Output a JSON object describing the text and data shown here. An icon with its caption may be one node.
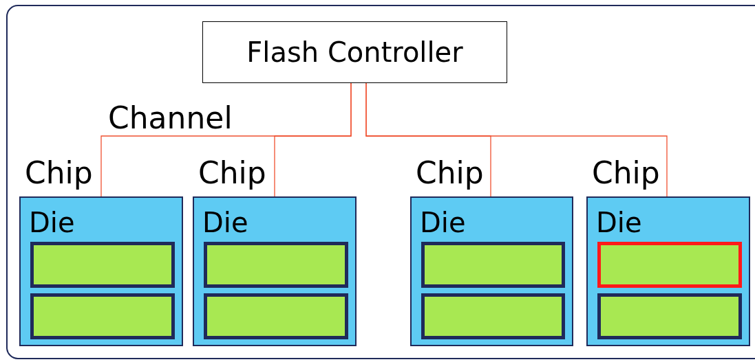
{
  "diagram": {
    "nodes": [
      {
        "text": [
          "Flash Controller"
        ]
      },
      {
        "text": [
          "Chip",
          "Die"
        ]
      },
      {
        "text": [],
        "shape": "box",
        "in": 1
      },
      {
        "text": [],
        "shape": "box",
        "in": 1
      },
      {
        "text": [
          "Chip",
          "Die"
        ]
      },
      {
        "text": [],
        "shape": "box",
        "in": 4
      },
      {
        "text": [],
        "shape": "box",
        "in": 4
      },
      {
        "text": [
          "Chip",
          "Die"
        ]
      },
      {
        "text": [],
        "shape": "box",
        "in": 7
      },
      {
        "text": [],
        "shape": "box",
        "in": 7
      },
      {
        "text": [
          "Chip",
          "Die"
        ]
      },
      {
        "text": [],
        "shape": "box",
        "in": 10
      },
      {
        "text": [],
        "shape": "box",
        "in": 10
      }
    ],
    "edges": [
      {
        "from": 0,
        "to": 1,
        "arrow": "none"
      },
      {
        "from": 0,
        "to": 4,
        "arrow": "none"
      },
      {
        "from": 0,
        "to": 7,
        "arrow": "none"
      },
      {
        "from": 0,
        "to": 10,
        "arrow": "none"
      }
    ],
    "labels": [
      "Channel"
    ]
  }
}
